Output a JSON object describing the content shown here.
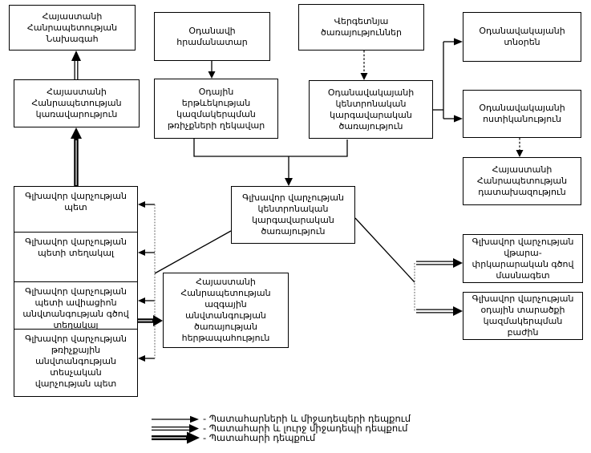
{
  "diagram": {
    "language": "hy",
    "colors": {
      "line": "#000000",
      "bracket_line": "#777777",
      "box_border": "#000000",
      "background": "#ffffff",
      "text": "#000000"
    },
    "boxes": {
      "president": {
        "text": "Հայաստանի\nՀանրապետության\nՆախագահ"
      },
      "government": {
        "text": "Հայաստանի\nՀանրապետության\nկառավարություն"
      },
      "aircraft_commander": {
        "text": "Օդանավի\nհրամանատար"
      },
      "atm_flights_chief": {
        "text": "Օդային\nերթևեկության\nկազմակերպման\nթռիչքների ղեկավար"
      },
      "ground_services": {
        "text": "Վերգետնյա\nծառայություններ"
      },
      "airport_central_dispatch": {
        "text": "Օդանավակայանի\nկենտրոնական\nկարգավարական\nծառայություն"
      },
      "airport_director": {
        "text": "Օդանավակայանի\nտնօրեն"
      },
      "airport_police": {
        "text": "Օդանավակայանի\nոստիկանություն"
      },
      "prosecutor_office": {
        "text": "Հայաստանի\nՀանրապետության\nդատախազություն"
      },
      "main_dept_central_dispatch": {
        "text": "Գլխավոր վարչության\nկենտրոնական\nկարգավարական\nծառայություն"
      },
      "nss_duty_service": {
        "text": "Հայաստանի\nՀանրապետության\nազգային\nանվտանգության\nծառայության\nհերթապահություն"
      },
      "rescue_specialist": {
        "text": "Գլխավոր վարչության\nվթարա-\nփրկարարական գծով\nմասնագետ"
      },
      "airspace_division": {
        "text": "Գլխավոր վարչության\nօդային տարածքի\nկազմակերպման\nբաժին"
      },
      "main_dept_head": {
        "text": "Գլխավոր վարչության\nպետ"
      },
      "main_dept_deputy_head": {
        "text": "Գլխավոր վարչության\nպետի տեղակալ"
      },
      "deputy_head_aviation_security": {
        "text": "Գլխավոր վարչության\nպետի ավիացիոն\nանվտանգության գծով\nտեղակալ"
      },
      "flight_safety_inspection_head": {
        "text": "Գլխավոր վարչության\nթռիչքային\nանվտանգության\nտեսչական\nվարչության պետ"
      }
    },
    "legend": {
      "items": [
        {
          "style": "thin",
          "label": "- Պատահարների և միջադեպերի դեպքում"
        },
        {
          "style": "medium",
          "label": "- Պատահարի և լուրջ միջադեպի դեպքում"
        },
        {
          "style": "thick",
          "label": "- Պատահարի դեպքում"
        }
      ]
    }
  }
}
